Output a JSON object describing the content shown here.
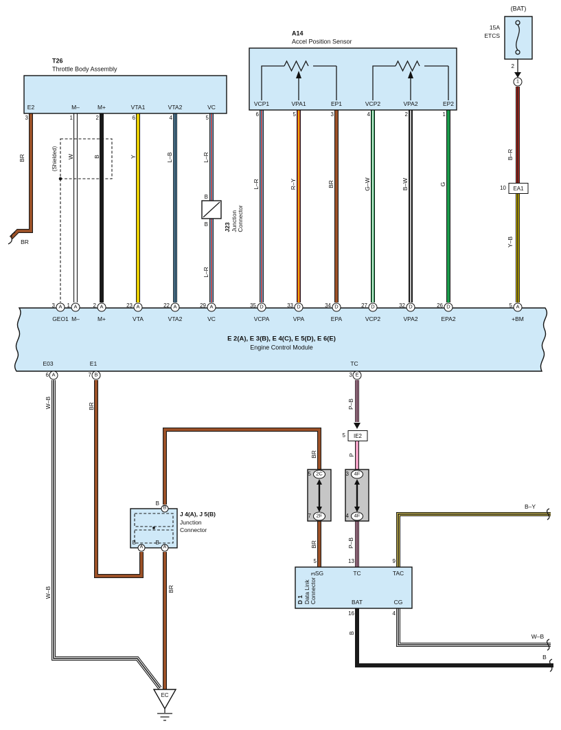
{
  "colors": {
    "box_blue": "#cfe9f8",
    "box_gray": "#c6c6c6",
    "black": "#1a1a1a",
    "white": "#ffffff",
    "brown": "#9e5227",
    "yellow": "#f0d400",
    "blue": "#66aedd",
    "red": "#d93025",
    "green": "#1a9e4b",
    "pink": "#f7a6cb",
    "pale_yellow": "#e8d45a"
  },
  "fuse": {
    "bat": "(BAT)",
    "rating": "15A",
    "name": "ETCS",
    "pin": "2",
    "connector": "1"
  },
  "ea1": {
    "pin": "10",
    "label": "EA1"
  },
  "ie2": {
    "pin": "5",
    "label": "IE2"
  },
  "labels": {
    "b_r": "B–R",
    "y_b": "Y–B",
    "br": "BR",
    "w": "W",
    "b": "B",
    "y": "Y",
    "l_b": "L–B",
    "l_r": "L–R",
    "shielded": "(Shielded)",
    "r_y": "R–Y",
    "g_w": "G–W",
    "b_w": "B–W",
    "g": "G",
    "w_b": "W–B",
    "p_b": "P–B",
    "p": "P",
    "b_y": "B–Y"
  },
  "t26": {
    "id": "T26",
    "name": "Throttle Body Assembly",
    "pins": [
      {
        "num": "3",
        "label": "E2"
      },
      {
        "num": "1",
        "label": "M–"
      },
      {
        "num": "2",
        "label": "M+"
      },
      {
        "num": "6",
        "label": "VTA1"
      },
      {
        "num": "4",
        "label": "VTA2"
      },
      {
        "num": "5",
        "label": "VC"
      }
    ]
  },
  "j23": {
    "id": "J23",
    "line1": "Junction",
    "line2": "Connector",
    "pin_top": "B",
    "pin_bottom": "B"
  },
  "a14": {
    "id": "A14",
    "name": "Accel Position Sensor",
    "pins": [
      {
        "num": "6",
        "label": "VCP1"
      },
      {
        "num": "5",
        "label": "VPA1"
      },
      {
        "num": "3",
        "label": "EP1"
      },
      {
        "num": "4",
        "label": "VCP2"
      },
      {
        "num": "2",
        "label": "VPA2"
      },
      {
        "num": "1",
        "label": "EP2"
      }
    ]
  },
  "ecm": {
    "title": "E 2(A), E 3(B), E 4(C), E 5(D), E 6(E)",
    "name": "Engine Control Module",
    "top_pins": [
      {
        "num": "3",
        "letter": "A",
        "label": "GEO1"
      },
      {
        "num": "1",
        "letter": "A",
        "label": "M–"
      },
      {
        "num": "2",
        "letter": "A",
        "label": "M+"
      },
      {
        "num": "23",
        "letter": "A",
        "label": "VTA"
      },
      {
        "num": "22",
        "letter": "A",
        "label": "VTA2"
      },
      {
        "num": "29",
        "letter": "A",
        "label": "VC"
      },
      {
        "num": "35",
        "letter": "D",
        "label": "VCPA"
      },
      {
        "num": "33",
        "letter": "D",
        "label": "VPA"
      },
      {
        "num": "34",
        "letter": "D",
        "label": "EPA"
      },
      {
        "num": "27",
        "letter": "D",
        "label": "VCP2"
      },
      {
        "num": "32",
        "letter": "D",
        "label": "VPA2"
      },
      {
        "num": "26",
        "letter": "D",
        "label": "EPA2"
      },
      {
        "num": "5",
        "letter": "A",
        "label": "+BM"
      }
    ],
    "bottom_pins": [
      {
        "label": "E03",
        "num": "6",
        "letter": "A"
      },
      {
        "label": "E1",
        "num": "7",
        "letter": "B"
      },
      {
        "label": "TC",
        "num": "3",
        "letter": "E"
      }
    ]
  },
  "j45": {
    "id": "J 4(A), J 5(B)",
    "line1": "Junction",
    "line2": "Connector",
    "pin_top_wire": "B",
    "pin_top": "B",
    "pin_bl_wire": "B",
    "pin_bl": "A",
    "pin_br_wire": "B",
    "pin_br": "A"
  },
  "conn_2c2f": {
    "top_num": "5",
    "top": "2C",
    "bottom_num": "7",
    "bottom": "2F"
  },
  "conn_4f": {
    "top_num": "3",
    "top": "4F",
    "bottom_num": "4",
    "bottom": "4F"
  },
  "dlc3": {
    "id": "D 1",
    "line1": "Data Link",
    "line2": "Connector 3",
    "sg": "SG",
    "tc": "TC",
    "tac": "TAC",
    "bat": "BAT",
    "cg": "CG",
    "sg_num": "5",
    "tc_num": "13",
    "tac_num": "9",
    "bat_num": "16",
    "cg_num": "4"
  },
  "ground": {
    "label": "EC"
  }
}
